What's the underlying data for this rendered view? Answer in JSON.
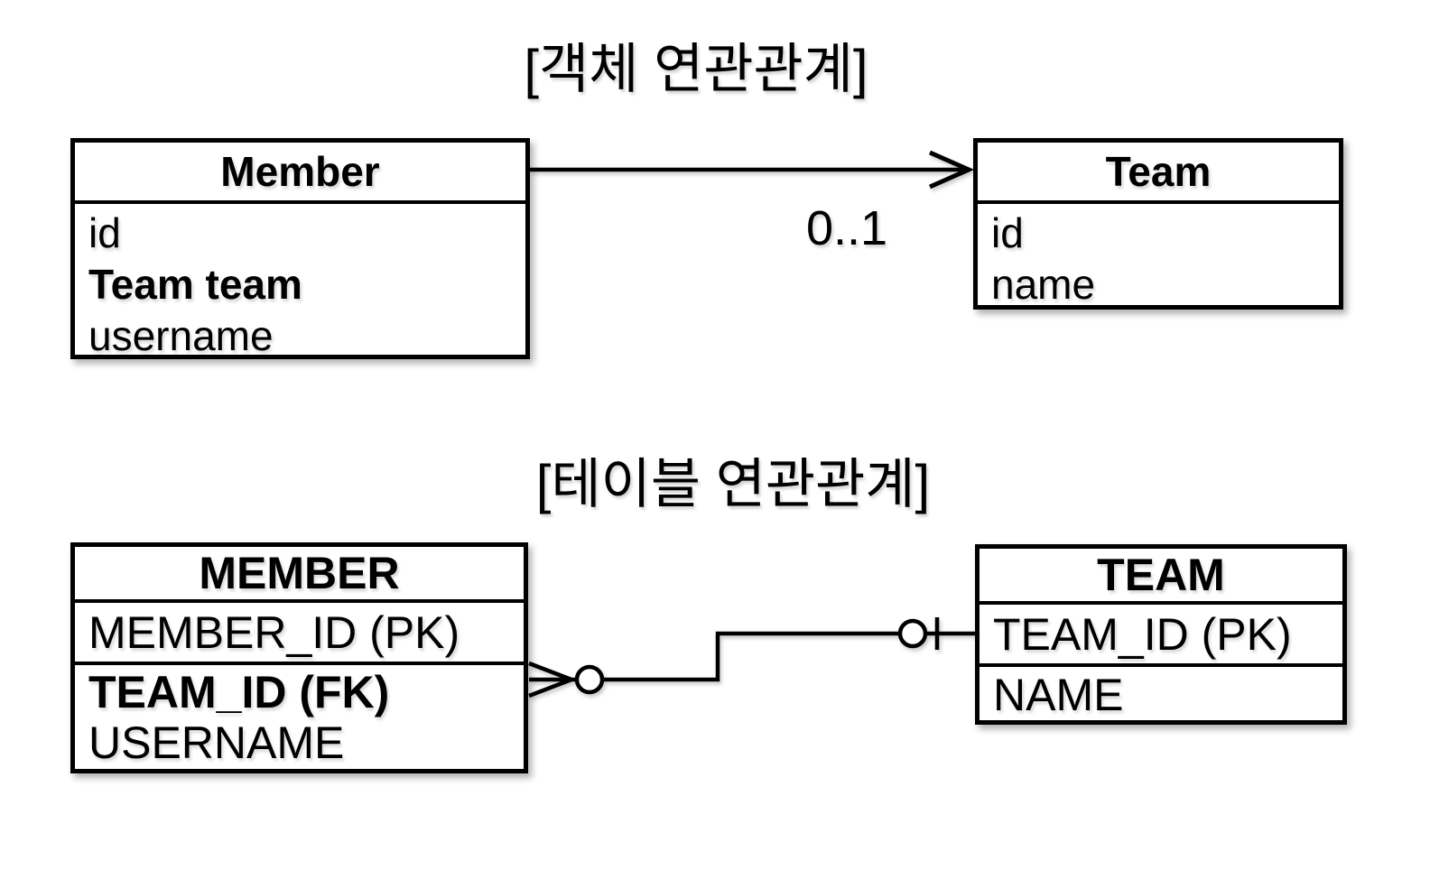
{
  "object_diagram": {
    "title": "[객체 연관관계]",
    "member_class": {
      "title": "Member",
      "attributes": [
        "id",
        "Team team",
        "username"
      ],
      "emphasized_attribute": "Team team"
    },
    "team_class": {
      "title": "Team",
      "attributes": [
        "id",
        "name"
      ]
    },
    "association": {
      "multiplicity": "0..1",
      "notation": "open-arrow from Member to Team"
    }
  },
  "table_diagram": {
    "title": "[테이블 연관관계]",
    "member_table": {
      "title": "MEMBER",
      "pk_row": "MEMBER_ID (PK)",
      "rows": [
        "TEAM_ID (FK)",
        "USERNAME"
      ],
      "emphasized_row": "TEAM_ID (FK)"
    },
    "team_table": {
      "title": "TEAM",
      "pk_row": "TEAM_ID (PK)",
      "rows": [
        "NAME"
      ]
    },
    "relationship": {
      "member_end": "zero-or-many (crow's foot + circle)",
      "team_end": "zero-or-one (circle + bar)"
    }
  },
  "colors": {
    "line": "#000000",
    "background": "#ffffff",
    "box_fill": "#ffffff"
  }
}
